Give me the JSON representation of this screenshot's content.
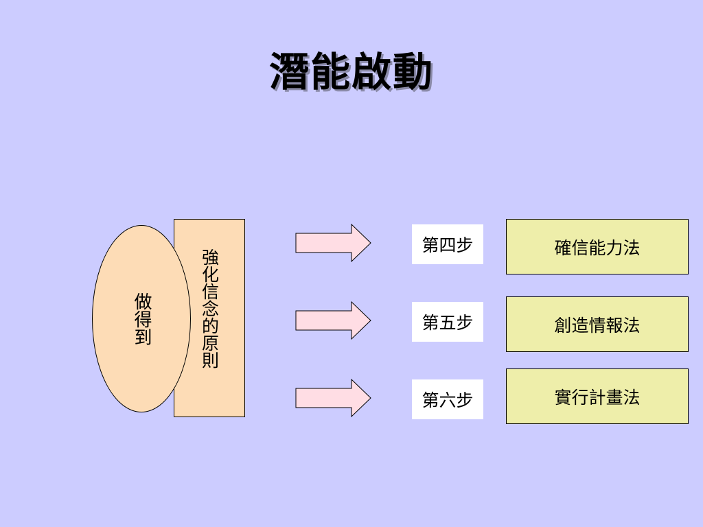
{
  "title": "潛能啟動",
  "left": {
    "ellipse_text": "做得到",
    "rect_text": "強化信念的原則"
  },
  "rows": [
    {
      "step": "第四步",
      "method": "確信能力法"
    },
    {
      "step": "第五步",
      "method": "創造情報法"
    },
    {
      "step": "第六步",
      "method": "實行計畫法"
    }
  ],
  "colors": {
    "background": "#ccccff",
    "peach": "#fddcb6",
    "arrow_fill": "#ffdde4",
    "method_fill": "#eeeeaa",
    "step_fill": "#ffffff"
  }
}
